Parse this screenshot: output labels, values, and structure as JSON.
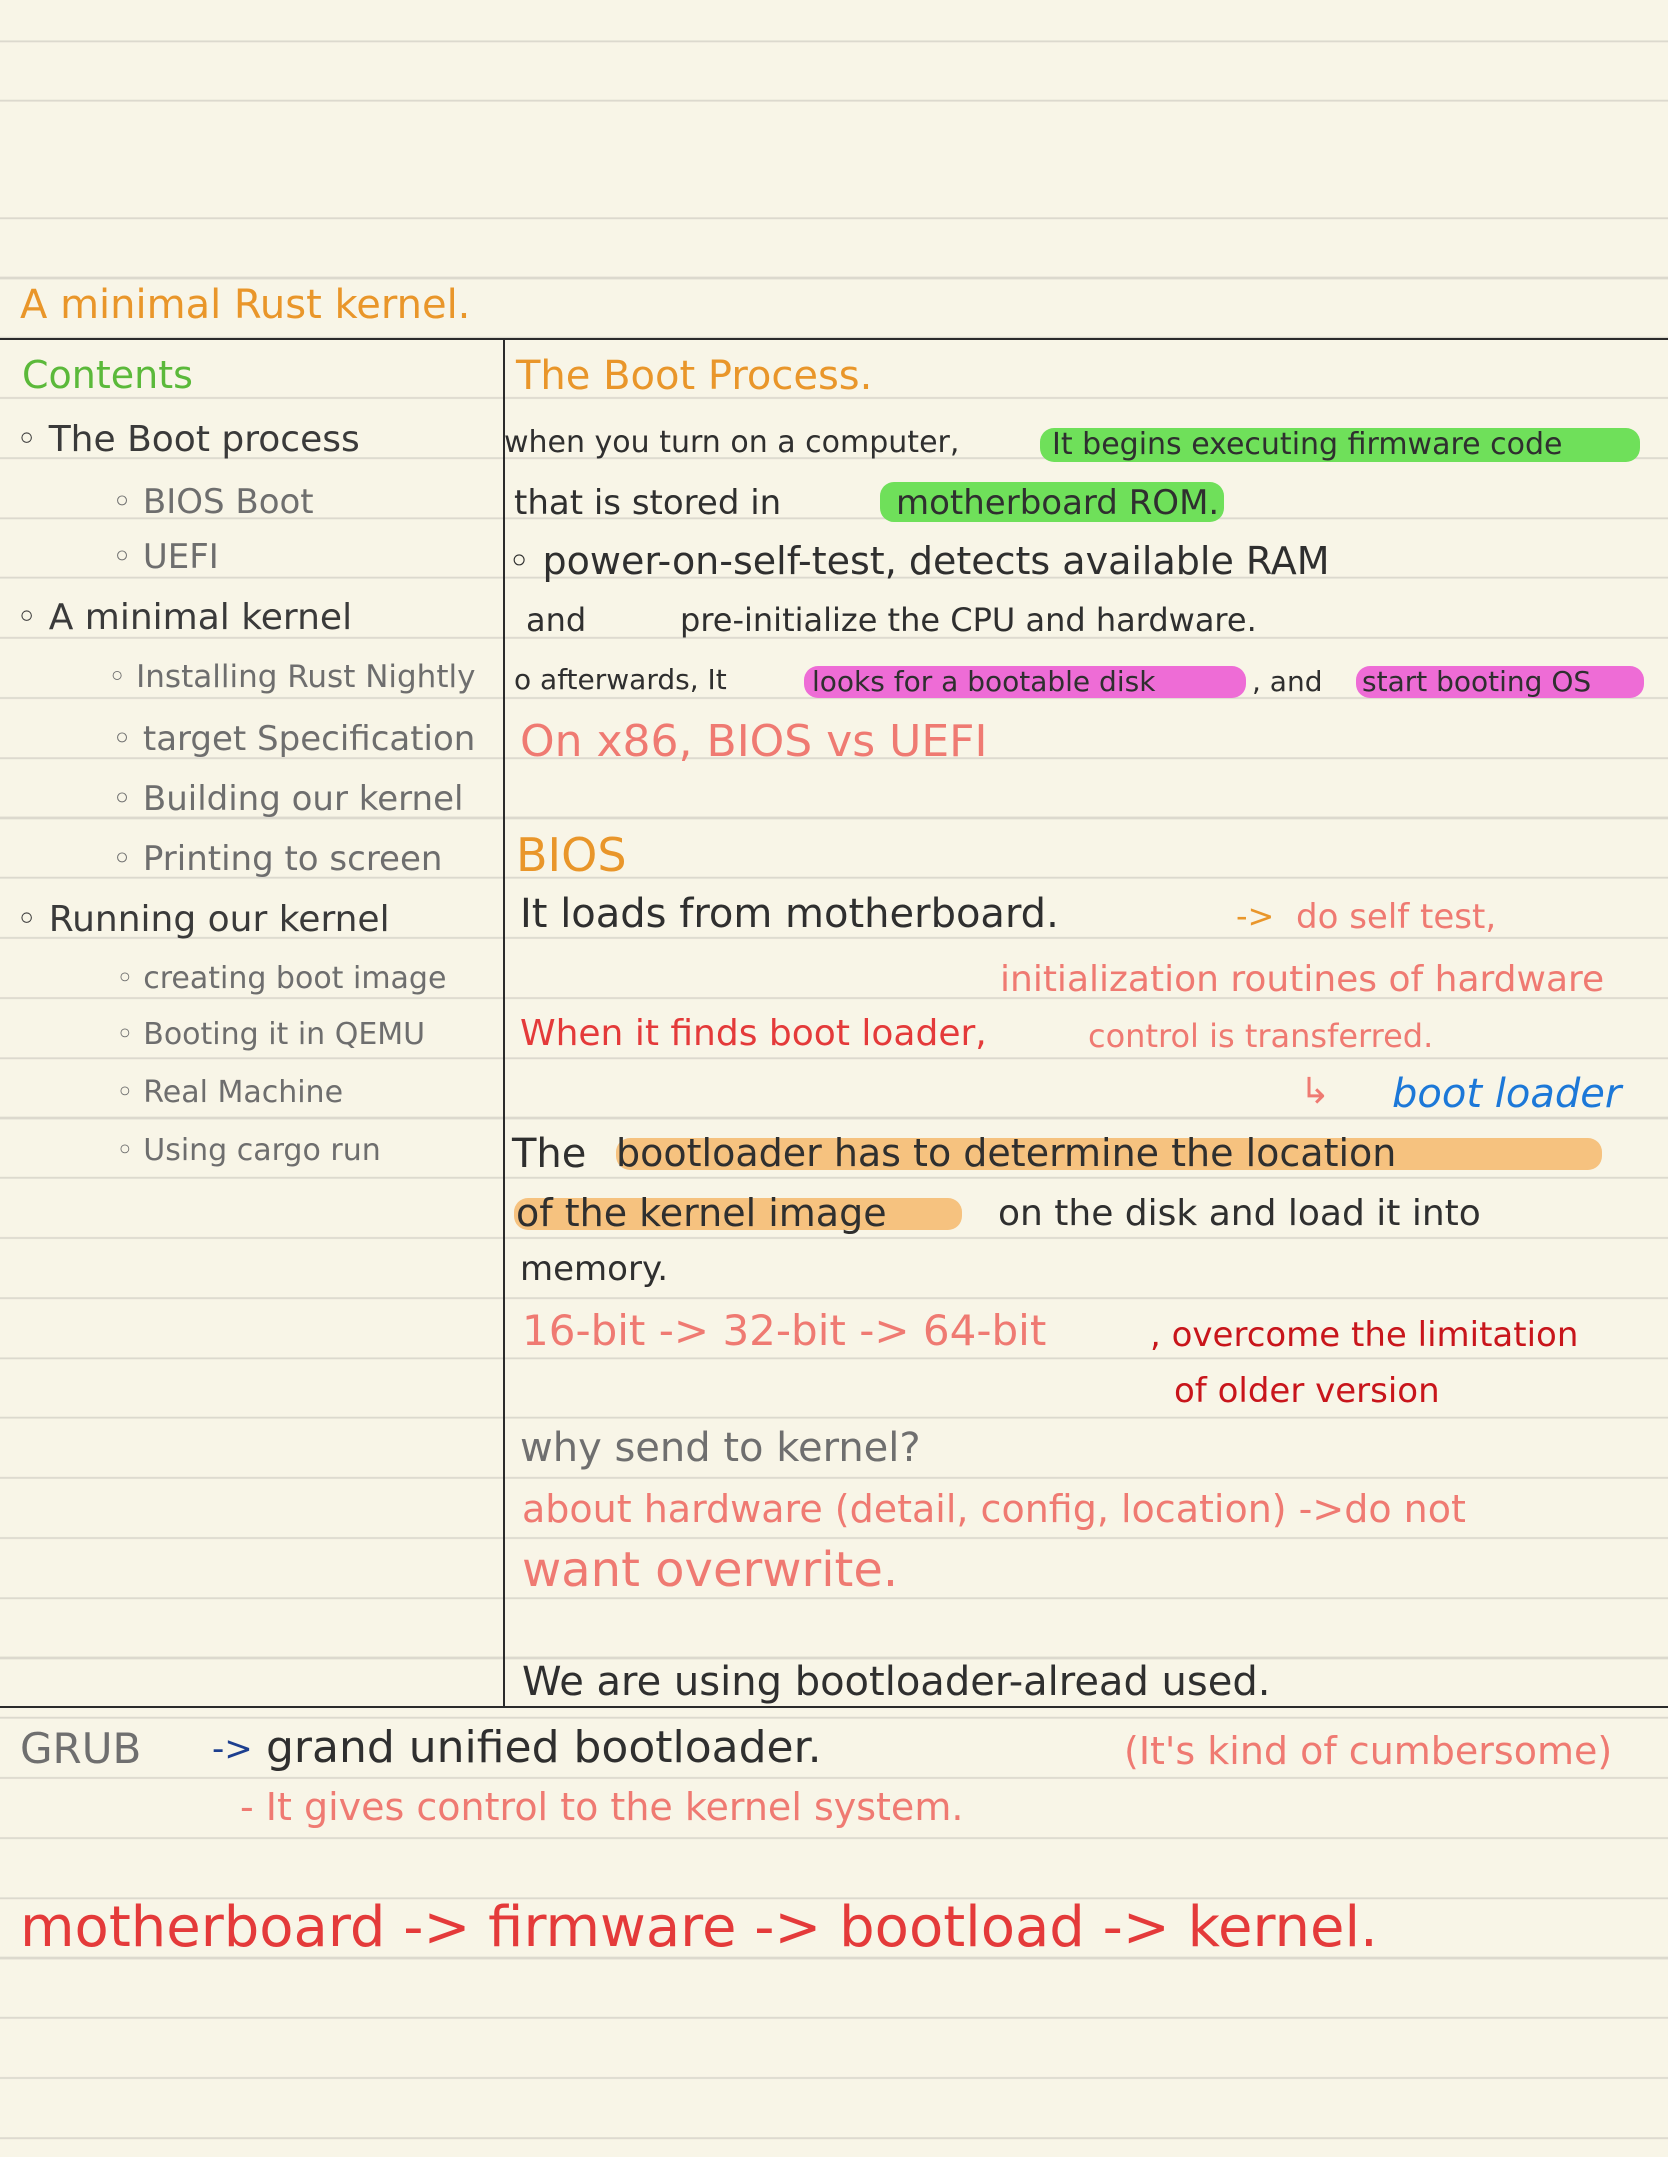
{
  "title": "A minimal Rust kernel.",
  "contents": {
    "heading": "Contents",
    "items": [
      {
        "label": "The Boot process",
        "level": 1
      },
      {
        "label": "BIOS Boot",
        "level": 2
      },
      {
        "label": "UEFI",
        "level": 2
      },
      {
        "label": "A minimal kernel",
        "level": 1
      },
      {
        "label": "Installing Rust Nightly",
        "level": 2
      },
      {
        "label": "target Specification",
        "level": 2
      },
      {
        "label": "Building our kernel",
        "level": 2
      },
      {
        "label": "Printing to screen",
        "level": 2
      },
      {
        "label": "Running our kernel",
        "level": 1
      },
      {
        "label": "creating boot image",
        "level": 2
      },
      {
        "label": "Booting it in QEMU",
        "level": 2
      },
      {
        "label": "Real Machine",
        "level": 2
      },
      {
        "label": "Using cargo run",
        "level": 2
      }
    ]
  },
  "notes": {
    "heading": "The Boot Process.",
    "p1": {
      "a": "when you turn on a computer,",
      "b": "It begins executing firmware code",
      "c": "that is stored in",
      "d": "motherboard ROM",
      "e": "."
    },
    "p2": {
      "a": "power-on-self-test, detects available RAM",
      "b": "and",
      "c": "pre-initialize the CPU and hardware."
    },
    "p3": {
      "a": "afterwards, It",
      "b": "looks for a bootable disk",
      "c": ", and",
      "d": "start booting OS"
    },
    "x86_line": "On x86, BIOS vs UEFI",
    "bios_heading": "BIOS",
    "bios_line1": "It loads from motherboard.",
    "bios_line1_arrow": "->",
    "bios_line1_note": "do self test,",
    "bios_line2": "initialization routines of hardware",
    "bios_line3a": "When it finds boot loader,",
    "bios_line3b": "control is transferred.",
    "bios_line4_arrow": "↳",
    "bios_line4": "boot loader",
    "bl_line1a": "The",
    "bl_line1b": "bootloader has to determine the location",
    "bl_line2a": "of the kernel image",
    "bl_line2b": "on the disk and load it into",
    "bl_line3": "memory.",
    "bits_line": "16-bit -> 32-bit -> 64-bit",
    "bits_note1": ", overcome the limitation",
    "bits_note2": "of older version",
    "why_line": "why send to kernel?",
    "why_ans1": "about hardware (detail, config, location) ->do not",
    "why_ans2": "want overwrite.",
    "using_line": "We are using bootloader-alread used."
  },
  "footer": {
    "grub_a": "GRUB",
    "grub_arrow": "->",
    "grub_b": "grand unified bootloader.",
    "grub_note": "(It's kind of cumbersome)",
    "grub_sub": "- It gives control to the kernel system.",
    "chain": "motherboard -> firmware -> bootload -> kernel."
  },
  "colors": {
    "paper": "#f8f5e7",
    "orange": "#e9962a",
    "salmon": "#ef7a72",
    "red": "#e43a3a",
    "highlight_green": "#6fe05a",
    "highlight_magenta": "#ee6cd6",
    "highlight_orange": "#f6c27f"
  }
}
